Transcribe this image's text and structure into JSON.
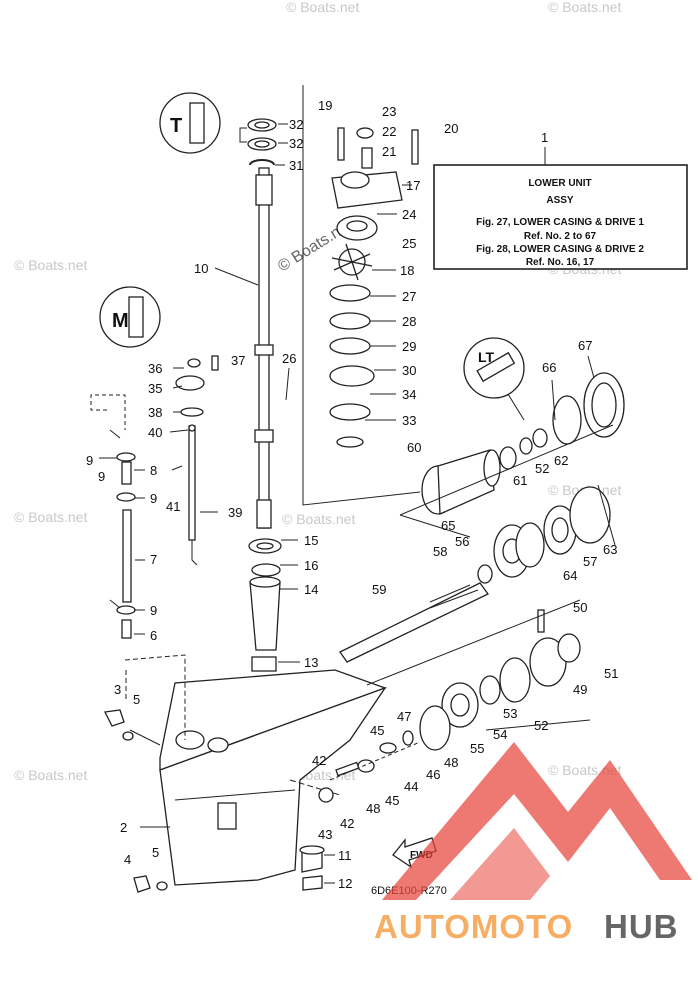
{
  "info_box": {
    "ref": "1",
    "line1": "LOWER UNIT",
    "line2": "ASSY",
    "line3": "Fig. 27, LOWER CASING & DRIVE 1",
    "line4": "Ref. No. 2 to 67",
    "line5": "Fig. 28, LOWER CASING & DRIVE 2",
    "line6": "Ref. No. 16, 17"
  },
  "diagram_code": "6D6E100-R270",
  "fwd_label": "FWD",
  "watermarks": {
    "boats": "© Boats.net",
    "brand_auto": "AUTOMOTO",
    "brand_hub": "HUB"
  },
  "brand_colors": {
    "red": "#e8453c",
    "orange": "#f4a04a",
    "grey": "#555555"
  },
  "callouts": {
    "c2": "2",
    "c3": "3",
    "c4": "4",
    "c5a": "5",
    "c5b": "5",
    "c6": "6",
    "c7": "7",
    "c8": "8",
    "c9a": "9",
    "c9b": "9",
    "c9c": "9",
    "c9d": "9",
    "c10": "10",
    "c11": "11",
    "c12": "12",
    "c13": "13",
    "c14": "14",
    "c15": "15",
    "c16": "16",
    "c17": "17",
    "c18": "18",
    "c19": "19",
    "c20": "20",
    "c21": "21",
    "c22": "22",
    "c23": "23",
    "c24": "24",
    "c25": "25",
    "c26": "26",
    "c27": "27",
    "c28": "28",
    "c29": "29",
    "c30": "30",
    "c31": "31",
    "c32a": "32",
    "c32b": "32",
    "c33": "33",
    "c34": "34",
    "c35": "35",
    "c36": "36",
    "c37": "37",
    "c38": "38",
    "c39": "39",
    "c40": "40",
    "c41": "41",
    "c42a": "42",
    "c42b": "42",
    "c43": "43",
    "c44": "44",
    "c45a": "45",
    "c45b": "45",
    "c46": "46",
    "c47": "47",
    "c48a": "48",
    "c48b": "48",
    "c49": "49",
    "c50": "50",
    "c51": "51",
    "c52a": "52",
    "c52b": "52",
    "c53": "53",
    "c54": "54",
    "c55": "55",
    "c56": "56",
    "c57": "57",
    "c58": "58",
    "c59": "59",
    "c60": "60",
    "c61": "61",
    "c62": "62",
    "c63": "63",
    "c64": "64",
    "c65": "65",
    "c66": "66",
    "c67": "67"
  }
}
